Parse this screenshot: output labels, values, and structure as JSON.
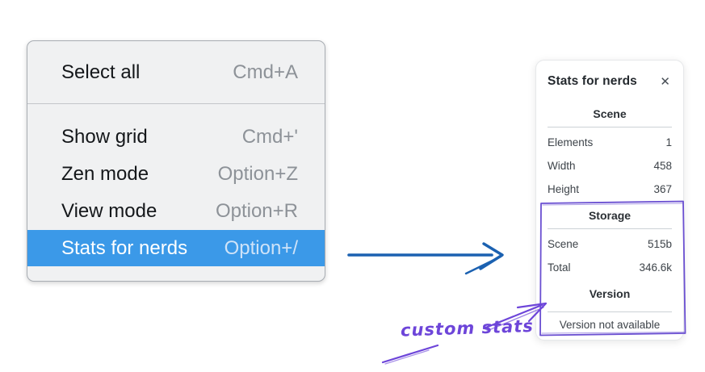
{
  "context_menu": {
    "groups": [
      {
        "items": [
          {
            "label": "Select all",
            "shortcut": "Cmd+A"
          }
        ]
      },
      {
        "items": [
          {
            "label": "Show grid",
            "shortcut": "Cmd+'"
          },
          {
            "label": "Zen mode",
            "shortcut": "Option+Z"
          },
          {
            "label": "View mode",
            "shortcut": "Option+R"
          },
          {
            "label": "Stats for nerds",
            "shortcut": "Option+/",
            "selected": true
          }
        ]
      }
    ]
  },
  "stats_panel": {
    "title": "Stats for nerds",
    "close_glyph": "✕",
    "sections": [
      {
        "heading": "Scene",
        "rows": [
          [
            "Elements",
            "1"
          ],
          [
            "Width",
            "458"
          ],
          [
            "Height",
            "367"
          ]
        ]
      },
      {
        "heading": "Storage",
        "rows": [
          [
            "Scene",
            "515b"
          ],
          [
            "Total",
            "346.6k"
          ]
        ]
      },
      {
        "heading": "Version",
        "rows": [],
        "note": "Version not available"
      }
    ]
  },
  "annotation": {
    "label": "custom stats"
  },
  "colors": {
    "menu_bg": "#f0f1f2",
    "menu_highlight": "#3b99e8",
    "panel_bg": "#ffffff",
    "flow_arrow": "#1b61b1",
    "annotation": "#6d45d9",
    "sketch": "#6a4fd1"
  }
}
